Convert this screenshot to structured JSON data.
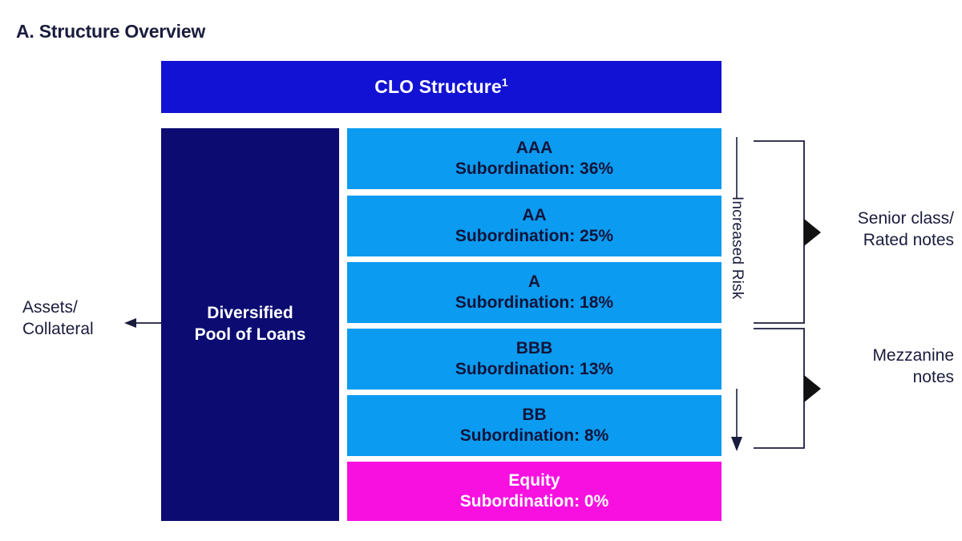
{
  "section": {
    "title": "A. Structure Overview"
  },
  "header": {
    "label": "CLO Structure",
    "footnote_marker": "1",
    "color": "#1212d4"
  },
  "collateral": {
    "box_label": "Diversified\nPool of Loans",
    "box_color": "#0b0b72",
    "annotation": "Assets/\nCollateral",
    "arrow_icon": "left-arrow-icon"
  },
  "tranches": [
    {
      "rating": "AAA",
      "subordination": "Subordination: 36%",
      "subordination_pct": 36,
      "class": "rated",
      "color": "#0b9bf0"
    },
    {
      "rating": "AA",
      "subordination": "Subordination: 25%",
      "subordination_pct": 25,
      "class": "rated",
      "color": "#0b9bf0"
    },
    {
      "rating": "A",
      "subordination": "Subordination: 18%",
      "subordination_pct": 18,
      "class": "rated",
      "color": "#0b9bf0"
    },
    {
      "rating": "BBB",
      "subordination": "Subordination: 13%",
      "subordination_pct": 13,
      "class": "rated",
      "color": "#0b9bf0"
    },
    {
      "rating": "BB",
      "subordination": "Subordination: 8%",
      "subordination_pct": 8,
      "class": "rated",
      "color": "#0b9bf0"
    },
    {
      "rating": "Equity",
      "subordination": "Subordination: 0%",
      "subordination_pct": 0,
      "class": "equity",
      "color": "#f710e0"
    }
  ],
  "risk_axis": {
    "label": "Increased Risk",
    "direction_icon": "down-arrow-icon"
  },
  "groups": [
    {
      "label": "Senior class/\nRated notes",
      "pointer_icon": "right-triangle-icon",
      "covers": [
        "AAA",
        "AA",
        "A"
      ]
    },
    {
      "label": "Mezzanine\nnotes",
      "pointer_icon": "right-triangle-icon",
      "covers": [
        "BBB",
        "BB"
      ]
    }
  ]
}
